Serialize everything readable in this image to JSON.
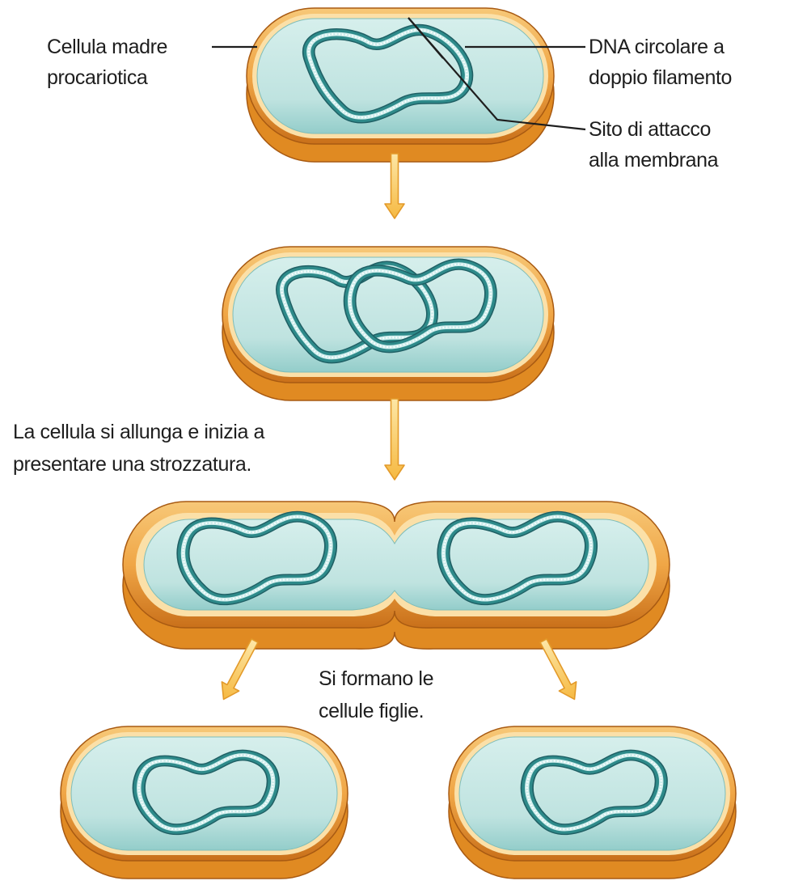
{
  "labels": {
    "mother_cell": [
      "Cellula madre",
      "procariotica"
    ],
    "dna": [
      "DNA circolare a",
      "doppio filamento"
    ],
    "attach_site": [
      "Sito di attacco",
      "alla membrana"
    ],
    "elongation": [
      "La cellula si allunga e inizia a",
      "presentare una strozzatura."
    ],
    "daughters": [
      "Si formano le",
      "cellule figlie."
    ]
  },
  "colors": {
    "cytoplasm": "#bfe3e0",
    "cytoplasm_shadow": "#8cc9c6",
    "membrane_light": "#fbe0a8",
    "membrane_dark": "#e08a22",
    "wall_edge": "#a85a12",
    "dna_strand": "#2e8a8a",
    "dna_dark": "#1f5f64",
    "dna_core": "#cfeeed",
    "arrow_fill": "#f9c95c",
    "arrow_stroke": "#e39a2a"
  }
}
